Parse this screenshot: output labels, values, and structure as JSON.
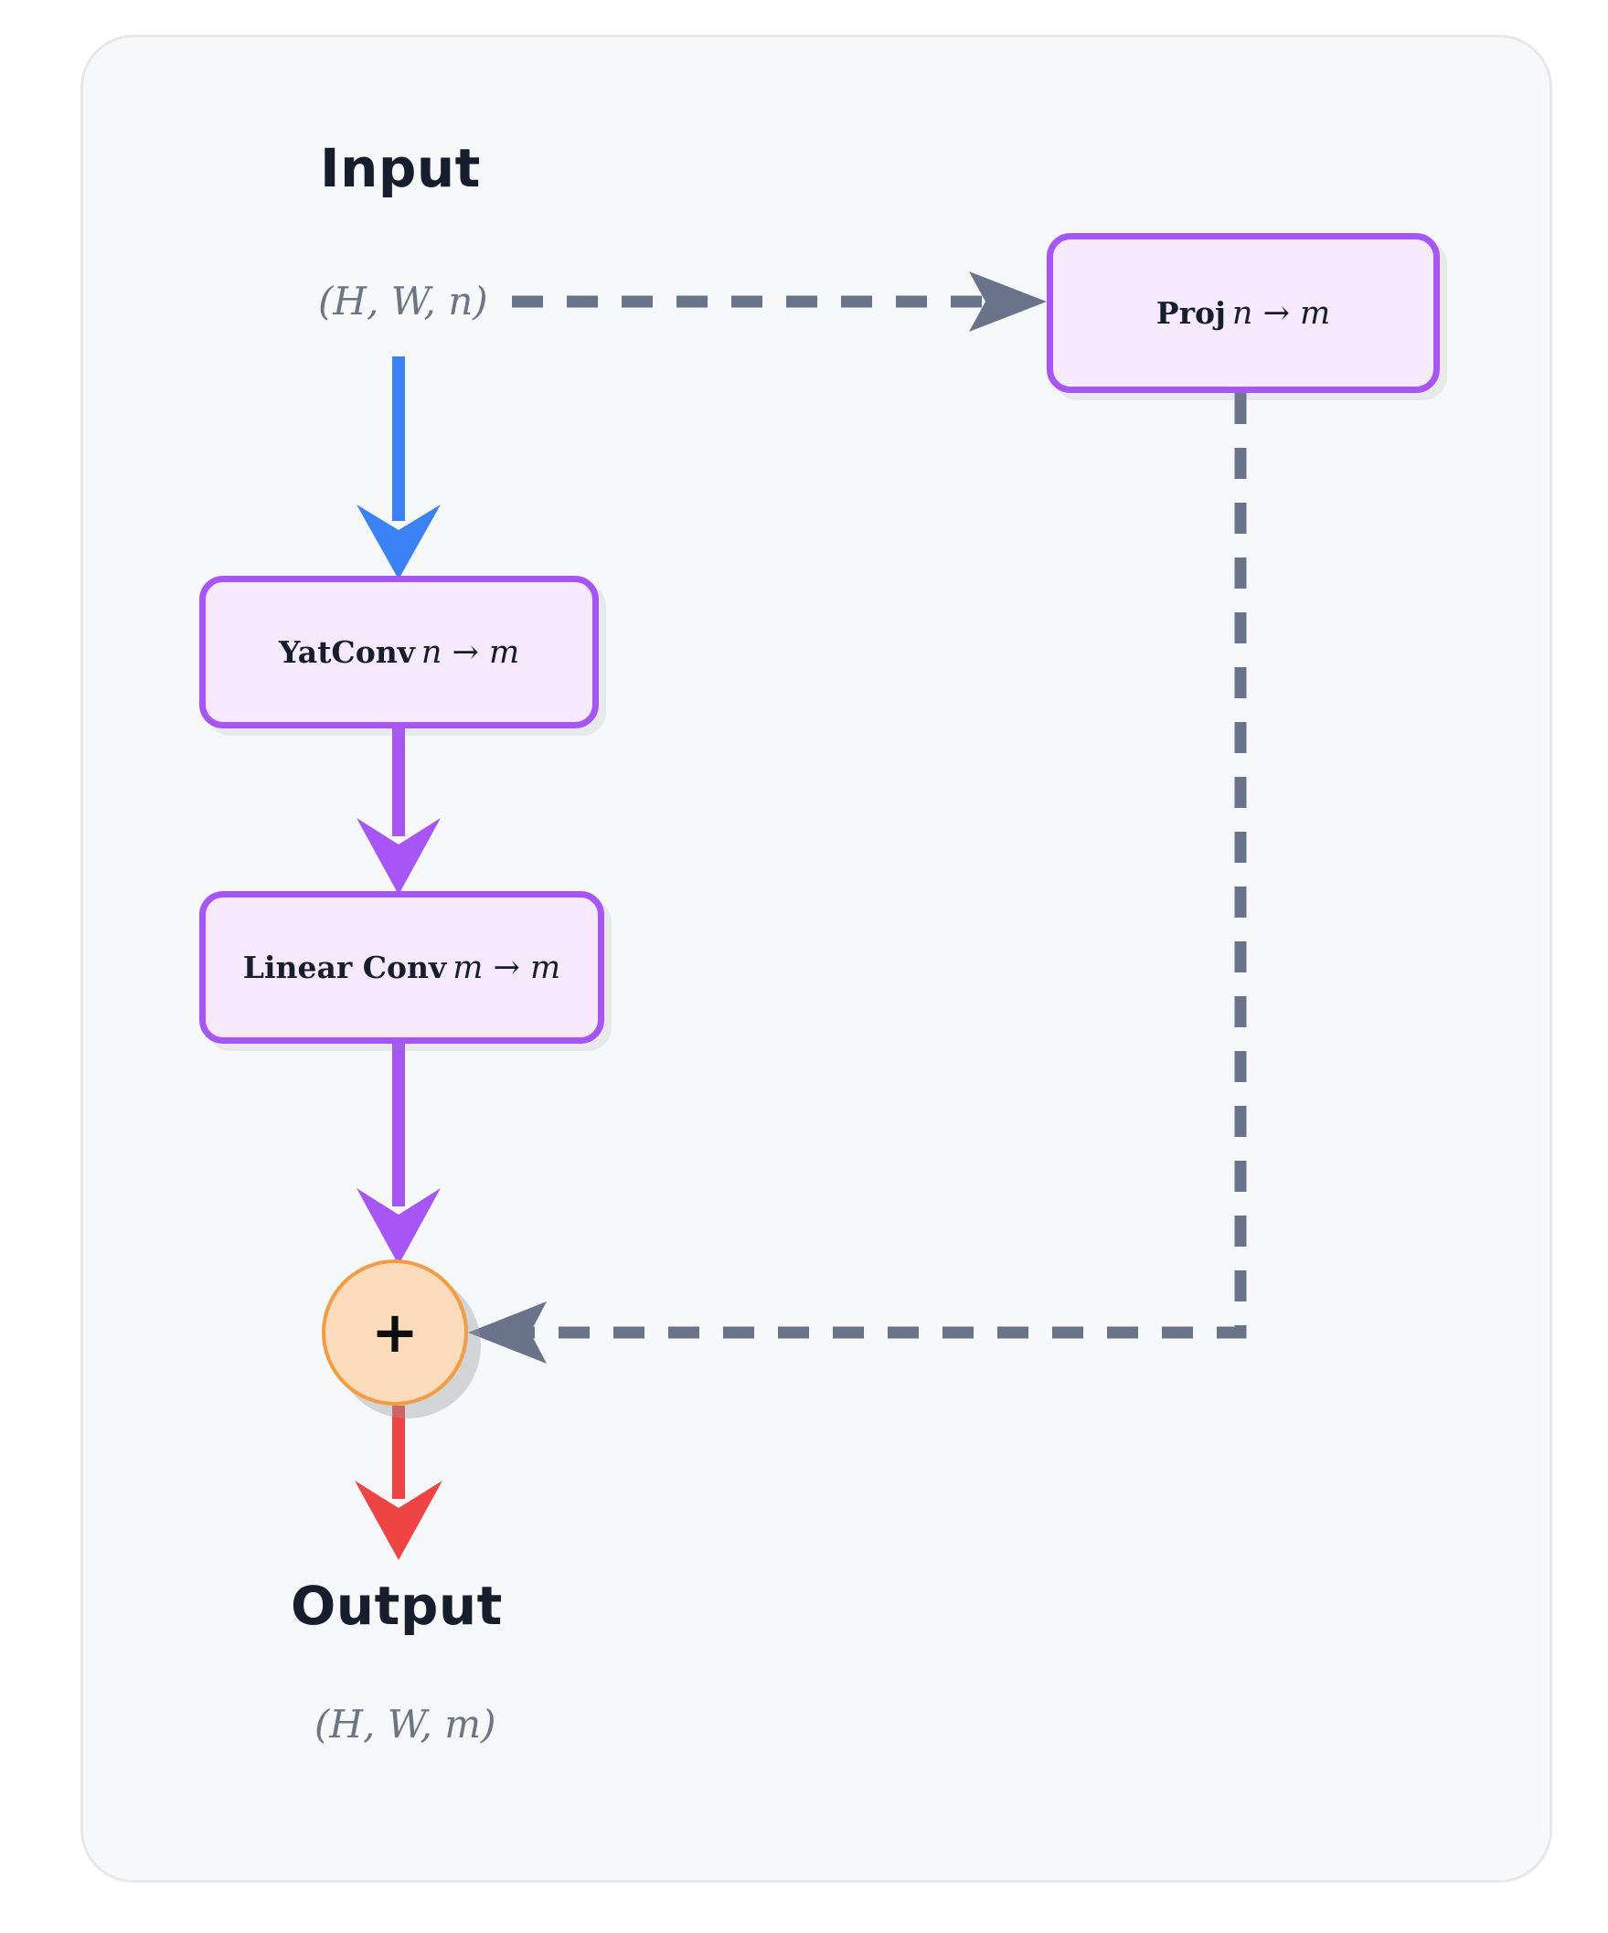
{
  "diagram": {
    "title_input": "Input",
    "title_output": "Output",
    "input_shape": "(H, W, n)",
    "output_shape": "(H, W, m)",
    "add_symbol": "+",
    "nodes": [
      {
        "id": "proj",
        "name": "Proj",
        "mapping": "n → m"
      },
      {
        "id": "yatconv",
        "name": "YatConv",
        "mapping": "n → m"
      },
      {
        "id": "linearconv",
        "name": "Linear Conv",
        "mapping": "m → m"
      }
    ],
    "edges": [
      {
        "id": "input-to-proj",
        "style": "dashed",
        "color": "#69748a",
        "from": "input",
        "to": "proj"
      },
      {
        "id": "input-to-yatconv",
        "style": "solid",
        "color": "#3b82f6",
        "from": "input",
        "to": "yatconv"
      },
      {
        "id": "yatconv-to-linear",
        "style": "solid",
        "color": "#a855f7",
        "from": "yatconv",
        "to": "linearconv"
      },
      {
        "id": "linear-to-add",
        "style": "solid",
        "color": "#a855f7",
        "from": "linearconv",
        "to": "add"
      },
      {
        "id": "proj-to-add",
        "style": "dashed",
        "color": "#69748a",
        "from": "proj",
        "to": "add"
      },
      {
        "id": "add-to-output",
        "style": "solid",
        "color": "#ef4444",
        "from": "add",
        "to": "output"
      }
    ],
    "colors": {
      "page_background": "#ffffff",
      "panel_background": "#f7f8fa",
      "panel_border": "#e6e8ec",
      "box_fill": "#f7eafe",
      "box_border": "#a855f7",
      "add_fill": "#fcdcbc",
      "add_border": "#f59b42",
      "text_dark": "#161e2e",
      "text_muted": "#6b7685",
      "skip_connection": "#69748a",
      "input_arrow": "#3b82f6",
      "output_arrow": "#ef4444"
    }
  }
}
